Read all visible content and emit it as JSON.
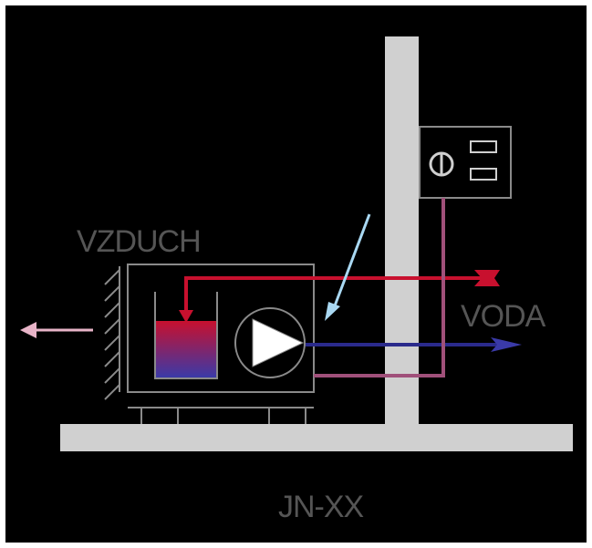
{
  "labels": {
    "air": "VZDUCH",
    "water": "VODA",
    "model": "JN-XX"
  },
  "colors": {
    "background": "#000000",
    "frame": "#ffffff",
    "structure": "#d0d0d0",
    "unit_outline": "#8a8a8a",
    "hot_line": "#c8102e",
    "cold_line": "#2a2a8c",
    "control_line": "#a0507a",
    "airflow_in": "#a9d8f2",
    "airflow_out": "#e8b4c8",
    "tank_top": "#c8102e",
    "tank_bottom": "#3a3aa8",
    "pump_triangle": "#ffffff"
  }
}
